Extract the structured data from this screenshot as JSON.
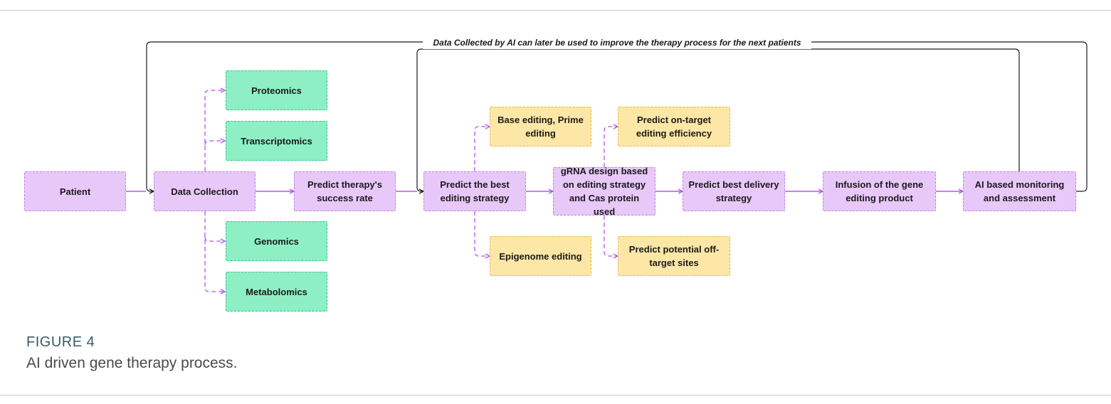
{
  "diagram": {
    "feedback_label": "Data Collected by AI can later be used to improve the therapy process for the next patients",
    "nodes": {
      "patient": "Patient",
      "data_collection": "Data Collection",
      "proteomics": "Proteomics",
      "transcriptomics": "Transcriptomics",
      "genomics": "Genomics",
      "metabolomics": "Metabolomics",
      "predict_success": "Predict therapy's success rate",
      "predict_editing": "Predict the best editing strategy",
      "base_editing": "Base editing, Prime editing",
      "epigenome": "Epigenome editing",
      "grna_design": "gRNA design based on editing strategy and Cas protein used",
      "on_target": "Predict on-target editing efficiency",
      "off_target": "Predict potential off-target sites",
      "delivery": "Predict best delivery strategy",
      "infusion": "Infusion of the gene editing product",
      "monitoring": "AI based monitoring and assessment"
    },
    "colors": {
      "process": "#e8c8f8",
      "omics": "#8eefc4",
      "option": "#fde7a6",
      "arrow": "#b455ee",
      "feedback_line": "#1a1a1a"
    }
  },
  "figure": {
    "title": "FIGURE 4",
    "caption": "AI driven gene therapy process."
  }
}
